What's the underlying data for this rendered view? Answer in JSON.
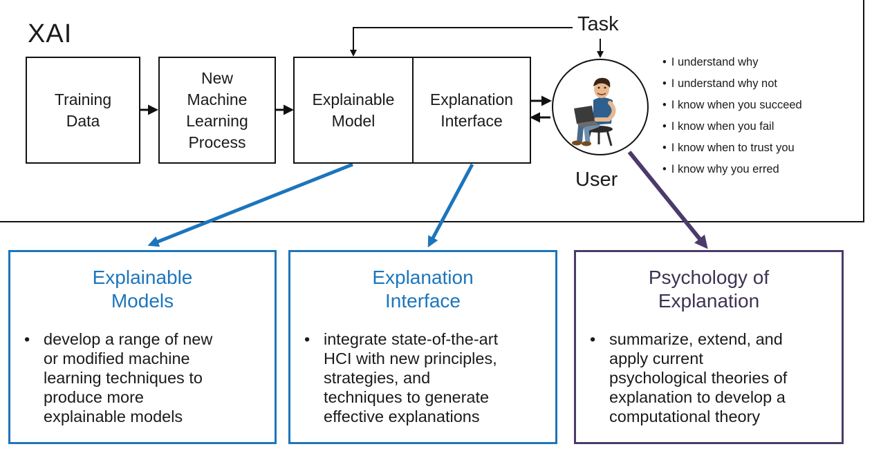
{
  "title": "XAI",
  "colors": {
    "blue": "#1c75bc",
    "purple": "#4b3a6b",
    "ink": "#111111"
  },
  "pipeline": {
    "training_data": "Training\nData",
    "ml_process": "New\nMachine\nLearning\nProcess",
    "explainable_model": "Explainable\nModel",
    "explanation_interface": "Explanation\nInterface"
  },
  "task_label": "Task",
  "user_label": "User",
  "user_icon": "person-with-laptop-icon",
  "user_bullets": [
    "I understand why",
    "I understand why not",
    "I know when you succeed",
    "I know when you fail",
    "I know when to trust you",
    "I know why you erred"
  ],
  "boxes": [
    {
      "title": "Explainable\nModels",
      "bullet": "develop a range of new\nor modified machine\nlearning techniques to\nproduce more\nexplainable  models"
    },
    {
      "title": "Explanation\nInterface",
      "bullet": "integrate state-of-the-art\nHCI with  new principles,\nstrategies, and\ntechniques to generate\neffective explanations"
    },
    {
      "title": "Psychology of\nExplanation",
      "bullet": "summarize, extend, and\napply current\npsychological theories of\nexplanation to develop a\ncomputational theory"
    }
  ],
  "bullet_glyph": "•"
}
